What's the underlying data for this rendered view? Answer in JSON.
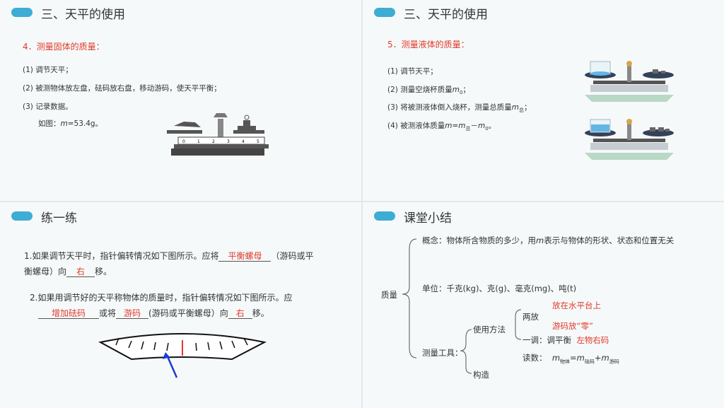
{
  "panel1": {
    "title": "三、天平的使用",
    "subtitle": "4．测量固体的质量：",
    "steps": [
      "(1) 调节天平；",
      "(2) 被测物体放左盘，砝码放右盘，移动游码，使天平平衡；",
      "(3) 记录数据。"
    ],
    "example_prefix": "如图：",
    "example_var": "m",
    "example_value": "=53.4g。",
    "scale_ticks": [
      "0",
      "1",
      "2",
      "3",
      "4",
      "5"
    ]
  },
  "panel2": {
    "title": "三、天平的使用",
    "subtitle": "5．测量液体的质量：",
    "step1": "(1) 调节天平；",
    "step2_text": "(2) 测量空烧杯质量",
    "step2_var": "m",
    "step2_sub": "0",
    "step2_end": "；",
    "step3_text": "(3) 将被测液体倒入烧杯，测量总质量",
    "step3_var": "m",
    "step3_sub": "总",
    "step3_end": "；",
    "step4_text": "(4) 被测液体质量",
    "step4_m": "m",
    "step4_eq": "=",
    "step4_m2": "m",
    "step4_sub1": "总",
    "step4_minus": "－",
    "step4_m3": "m",
    "step4_sub2": "0",
    "step4_end": "。"
  },
  "panel3": {
    "title": "练一练",
    "q1_a": "1.如果调节天平时，指针偏转情况如下图所示。应将",
    "q1_ans1": "平衡螺母",
    "q1_b": "（游码或平",
    "q1_c": "衡螺母）向",
    "q1_ans2": "右",
    "q1_d": "移。",
    "q2_a": "2.如果用调节好的天平称物体的质量时，指针偏转情况如下图所示。应",
    "q2_ans1": "增加砝码",
    "q2_b": "或将",
    "q2_ans2": "游码",
    "q2_c": "(游码或平衡螺母）向",
    "q2_ans3": "右",
    "q2_d": "移。"
  },
  "panel4": {
    "title": "课堂小结",
    "root": "质量",
    "concept_prefix": "概念：物体所含物质的多少，用",
    "concept_var": "m",
    "concept_suffix": "表示与物体的形状、状态和位置无关",
    "units": "单位：千克(kg)、克(g)、毫克(mg)、吨(t)",
    "tool": "测量工具：",
    "usage": "使用方法",
    "construct": "构造",
    "two_place": "两放",
    "place1": "放在水平台上",
    "place2": "游码放“零”",
    "adjust": "一调：调平衡",
    "adjust_ans": "左物右码",
    "read": "读数：",
    "read_m": "m",
    "read_sub1": "物体",
    "read_eq": "=",
    "read_m2": "m",
    "read_sub2": "砝码",
    "read_plus": "+",
    "read_m3": "m",
    "read_sub3": "游码"
  },
  "colors": {
    "accent": "#3eadd4",
    "answer": "#e03a2d",
    "pointer": "#1a3bd6"
  }
}
